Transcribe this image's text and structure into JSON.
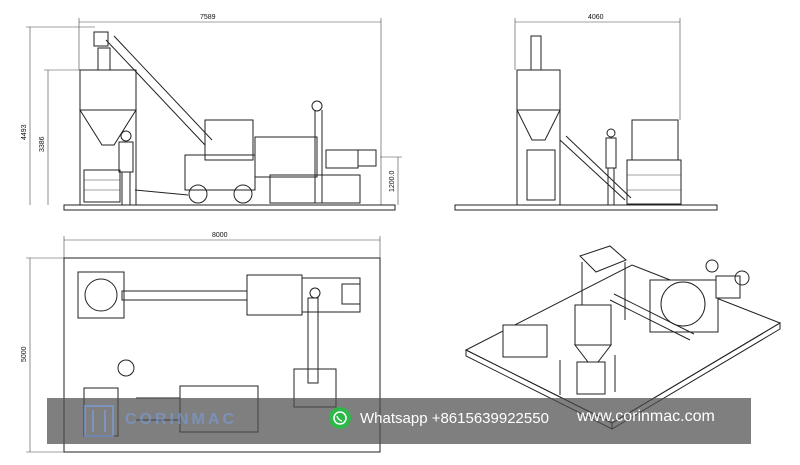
{
  "dimensions": {
    "side_length": "7589",
    "side_height_total": "4493",
    "side_height_tower": "3386",
    "side_height_mixer": "1200.0",
    "end_width": "4060",
    "plan_length": "8000",
    "plan_width": "5000"
  },
  "banner": {
    "logo_text": "CORINMAC",
    "whatsapp": "Whatsapp +8615639922550",
    "website": "www.corinmac.com"
  },
  "colors": {
    "whatsapp_green": "#2fb84a",
    "banner_bg": "#4e4e4e",
    "logo_blue": "#78a0e6"
  }
}
